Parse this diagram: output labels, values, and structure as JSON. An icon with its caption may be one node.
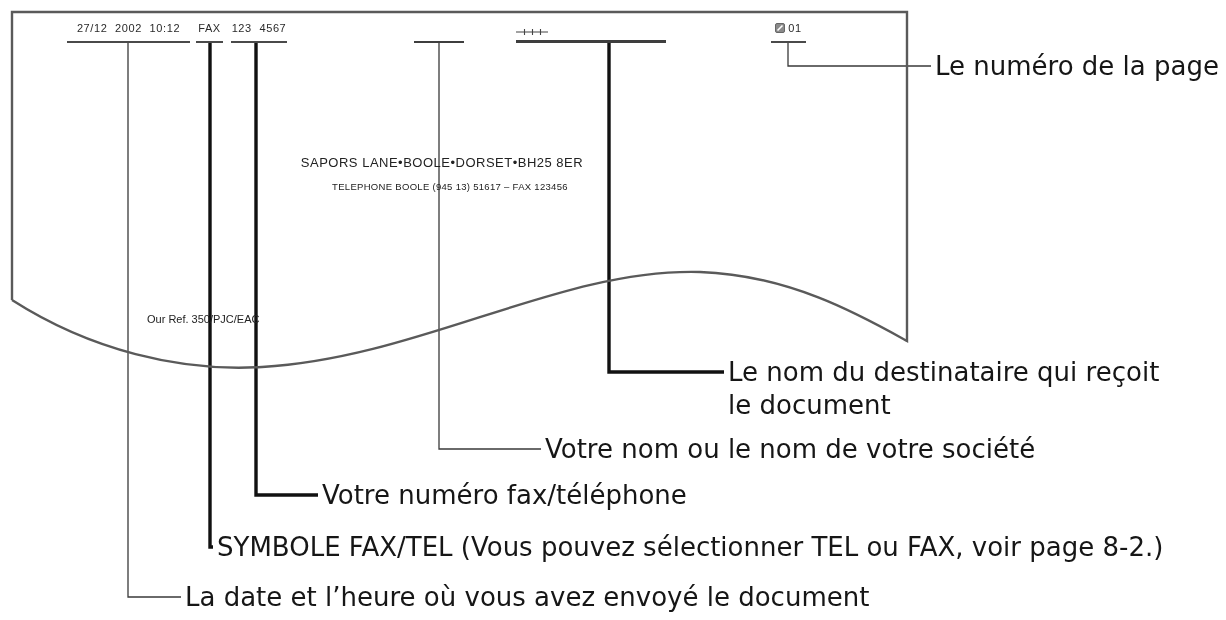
{
  "diagram": {
    "nodes": [
      {
        "text": [
          "SAPORS LANE•BOOLE•DORSET•BH25 8ER",
          "TELEPHONE BOOLE (945 13) 51617 – FAX 123456",
          "Our Ref. 350/PJC/EAC"
        ]
      },
      {
        "text": [
          "27/12 2002 10:12"
        ],
        "in": 0
      },
      {
        "text": [
          "FAX"
        ],
        "in": 0
      },
      {
        "text": [
          "123 4567"
        ],
        "in": 0
      },
      {
        "text": [],
        "shape": "bar",
        "in": 0
      },
      {
        "text": [],
        "shape": "bar",
        "in": 0
      },
      {
        "text": [
          "01"
        ],
        "in": 0
      },
      {
        "text": [
          "Le numéro de la page"
        ]
      },
      {
        "text": [
          "Le nom du destinataire qui reçoit le document"
        ]
      },
      {
        "text": [
          "Votre nom ou le nom de votre société"
        ]
      },
      {
        "text": [
          "Votre numéro fax/téléphone"
        ]
      },
      {
        "text": [
          "SYMBOLE FAX/TEL (Vous pouvez sélectionner TEL ou FAX, voir page 8-2.)"
        ]
      },
      {
        "text": [
          "La date et l’heure où vous avez envoyé le document"
        ]
      }
    ],
    "edges": [
      {
        "from": 7,
        "to": 6,
        "arrow": "none"
      },
      {
        "from": 8,
        "to": 5,
        "arrow": "none",
        "style": "thick"
      },
      {
        "from": 9,
        "to": 4,
        "arrow": "none"
      },
      {
        "from": 10,
        "to": 3,
        "arrow": "none",
        "style": "thick"
      },
      {
        "from": 11,
        "to": 2,
        "arrow": "none",
        "style": "thick"
      },
      {
        "from": 12,
        "to": 1,
        "arrow": "none"
      }
    ]
  }
}
